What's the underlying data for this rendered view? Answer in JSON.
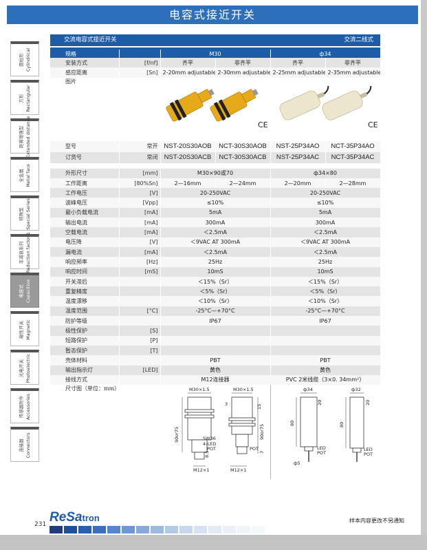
{
  "page": {
    "title": "电容式接近开关",
    "page_number": "231",
    "footer_note": "样本内容更改不另通知",
    "brand": {
      "logo_text": "ReSa",
      "logo_suffix": "tron"
    }
  },
  "sidebar": [
    {
      "cn": "圆柱形",
      "en": "Cylindrical",
      "active": false
    },
    {
      "cn": "方形",
      "en": "Rectangular",
      "active": false
    },
    {
      "cn": "距离增强型",
      "en": "Extended distance",
      "active": false
    },
    {
      "cn": "全金属",
      "en": "Metal face",
      "active": false
    },
    {
      "cn": "特殊型",
      "en": "Special Series",
      "active": false
    },
    {
      "cn": "非减衰系列",
      "en": "Reduction factor 1",
      "active": false
    },
    {
      "cn": "电容式",
      "en": "Capacitive",
      "active": true
    },
    {
      "cn": "磁性开关",
      "en": "Magnetic",
      "active": false
    },
    {
      "cn": "光电开关",
      "en": "Photoelectric",
      "active": false
    },
    {
      "cn": "传感器附件",
      "en": "Accessories",
      "active": false
    },
    {
      "cn": "连接器",
      "en": "Connectors",
      "active": false
    }
  ],
  "section": {
    "left": "交流电容式接近开关",
    "right": "交流二线式"
  },
  "spec_header": {
    "label": "规格",
    "m30": "M30",
    "d34": "ф34"
  },
  "rows4": [
    {
      "label": "安装方式",
      "unit": "[f/nf]",
      "v": [
        "齐平",
        "非齐平",
        "齐平",
        "非齐平"
      ],
      "serif": true
    },
    {
      "label": "感应距离",
      "unit": "[Sn]",
      "v": [
        "2-20mm adjustable",
        "2-30mm adjustable",
        "2-25mm adjustable",
        "2-35mm adjustable"
      ]
    }
  ],
  "photo_row": {
    "label": "图片",
    "ce_mark": "CE"
  },
  "model": {
    "label": "型号",
    "unit": "常开",
    "v": [
      "NST-20S30AOB",
      "NCT-30S30AOB",
      "NST-25P34AO",
      "NCT-35P34AO"
    ]
  },
  "order": {
    "label": "订货号",
    "unit": "常闭",
    "v": [
      "NST-20S30ACB",
      "NCT-30S30ACB",
      "NST-25P34AC",
      "NCT-35P34AC"
    ]
  },
  "dims": {
    "label": "外形尺寸",
    "unit": "[mm]",
    "m30": "M30×90或70",
    "d34": "ф34×80"
  },
  "work_dist": {
    "label": "工作距离",
    "unit": "[80%Sn]",
    "v": [
      "2—16mm",
      "2—24mm",
      "2—20mm",
      "2—28mm"
    ]
  },
  "rows2": [
    {
      "label": "工作电压",
      "unit": "[V]",
      "m30": "20-250VAC",
      "d34": "20-250VAC"
    },
    {
      "label": "波峰电压",
      "unit": "[Vpp]",
      "m30": "≤10%",
      "d34": "≤10%"
    },
    {
      "label": "最小负载电流",
      "unit": "[mA]",
      "m30": "5mA",
      "d34": "5mA"
    },
    {
      "label": "输出电流",
      "unit": "[mA]",
      "m30": "300mA",
      "d34": "300mA"
    },
    {
      "label": "空载电流",
      "unit": "[mA]",
      "m30": "＜2.5mA",
      "d34": "＜2.5mA"
    },
    {
      "label": "电压降",
      "unit": "[V]",
      "m30": "＜9VAC AT 300mA",
      "d34": "＜9VAC AT 300mA"
    },
    {
      "label": "漏电流",
      "unit": "[mA]",
      "m30": "＜2.5mA",
      "d34": "＜2.5mA"
    },
    {
      "label": "响应频率",
      "unit": "[Hz]",
      "m30": "25Hz",
      "d34": "25Hz"
    },
    {
      "label": "响应时间",
      "unit": "[mS]",
      "m30": "10mS",
      "d34": "10mS"
    },
    {
      "label": "开关滞后",
      "unit": "",
      "m30": "＜15%（Sr）",
      "d34": "＜15%（Sr）"
    },
    {
      "label": "重复精度",
      "unit": "",
      "m30": "＜5%（Sr）",
      "d34": "＜5%（Sr）"
    },
    {
      "label": "温度漂移",
      "unit": "",
      "m30": "＜10%（Sr）",
      "d34": "＜10%（Sr）"
    },
    {
      "label": "温度范围",
      "unit": "[°C]",
      "m30": "-25°C—+70°C",
      "d34": "-25°C—+70°C"
    },
    {
      "label": "防护等级",
      "unit": "",
      "m30": "IP67",
      "d34": "IP67"
    },
    {
      "label": "极性保护",
      "unit": "[S]",
      "m30": "",
      "d34": ""
    },
    {
      "label": "短路保护",
      "unit": "[P]",
      "m30": "",
      "d34": ""
    },
    {
      "label": "暂态保护",
      "unit": "[T]",
      "m30": "",
      "d34": ""
    },
    {
      "label": "壳体材料",
      "unit": "",
      "m30": "PBT",
      "d34": "PBT"
    },
    {
      "label": "输出指示灯",
      "unit": "[LED]",
      "m30": "黄色",
      "d34": "黄色"
    },
    {
      "label": "接线方式",
      "unit": "",
      "m30": "M12连接器",
      "d34": "PVC 2米线缆（3×0. 34mm²）"
    }
  ],
  "drawing": {
    "label": "尺寸图（单位：mm）",
    "m30_thread": "M30×1.5",
    "m12_thread": "M12×1",
    "len": "90or75",
    "sw": "SW36",
    "led4": "4-LED",
    "pot": "POT",
    "d34": "ф34",
    "d32": "ф32",
    "led": "LED",
    "dim_3": "3",
    "dim_15": "15",
    "dim_20": "20",
    "dim_80": "80",
    "dim_7": "7",
    "dim_8_5": "8.5",
    "dim_5": "ф5"
  },
  "colors": {
    "title_bar": "#2e6fbb",
    "header_bar": "#1f5ca7",
    "row_dark": "#e4e4e4",
    "row_light": "#f7f7f7",
    "sensor_yellow": "#e6a91a",
    "sensor_cream": "#ece6cf"
  }
}
